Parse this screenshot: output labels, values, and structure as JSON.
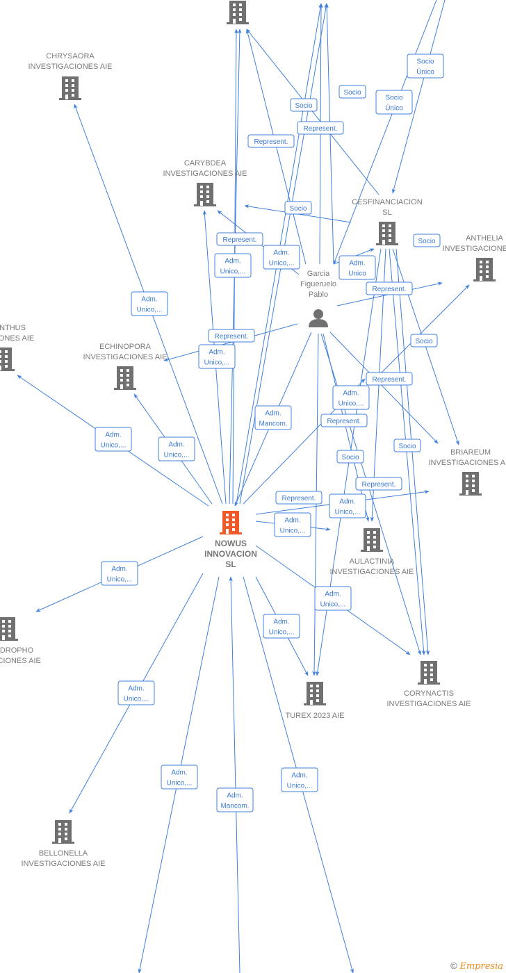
{
  "colors": {
    "edge": "#3f7fdc",
    "node": "#707070",
    "highlight": "#f05a28"
  },
  "nodes": [
    {
      "id": "top",
      "name": "",
      "type": "company"
    },
    {
      "id": "chrysaora",
      "name": "CHRYSAORA\nINVESTIGACIONES AIE",
      "type": "company"
    },
    {
      "id": "carybdea",
      "name": "CARYBDEA\nINVESTIGACIONES AIE",
      "type": "company"
    },
    {
      "id": "cesf",
      "name": "CESFINANCIACION\nSL",
      "type": "company"
    },
    {
      "id": "anthelia",
      "name": "ANTHELIA\nINVESTIGACIONES AIE",
      "type": "company"
    },
    {
      "id": "garcia",
      "name": "Garcia\nFigueruelo\nPablo",
      "type": "person"
    },
    {
      "id": "nthus",
      "name": "NTHUS\nCIONES AIE",
      "type": "company"
    },
    {
      "id": "echinopora",
      "name": "ECHINOPORA\nINVESTIGACIONES AIE",
      "type": "company"
    },
    {
      "id": "briareum",
      "name": "BRIAREUM\nINVESTIGACIONES AIE",
      "type": "company"
    },
    {
      "id": "nowus",
      "name": "NOWUS\nINNOVACION\nSL",
      "type": "company-main"
    },
    {
      "id": "aulactinia",
      "name": "AULACTINIA\nINVESTIGACIONES AIE",
      "type": "company"
    },
    {
      "id": "dropho",
      "name": "DROPHO\nACIONES AIE",
      "type": "company"
    },
    {
      "id": "turex",
      "name": "TUREX 2023 AIE",
      "type": "company"
    },
    {
      "id": "corynactis",
      "name": "CORYNACTIS\nINVESTIGACIONES AIE",
      "type": "company"
    },
    {
      "id": "bellonella",
      "name": "BELLONELLA\nINVESTIGACIONES AIE",
      "type": "company"
    }
  ],
  "edge_labels": [
    "Adm.\nUnico,...",
    "Adm.\nUnico,...",
    "Adm.\nUnico,...",
    "Adm.\nUnico,...",
    "Adm.\nUnico,...",
    "Adm.\nUnico,...",
    "Adm.\nUnico,...",
    "Adm.\nMancom.",
    "Adm.\nUnico,...",
    "Adm.\nUnico,...",
    "Adm.\nUnico,...",
    "Adm.\nUnico,...",
    "Represent.",
    "Adm.\nMancom.",
    "Represent.",
    "Represent.",
    "Represent.",
    "Adm.\nUnico",
    "Represent.",
    "Represent.",
    "Represent.",
    "Socio",
    "Socio",
    "Socio",
    "Socio\nÚnico",
    "Socio\nÚnico",
    "Represent.",
    "Socio",
    "Adm.\nUnico,...",
    "Adm.\nUnico,...",
    "Adm.\nUnico,...",
    "Adm.\nUnico,...",
    "Represent.",
    "Socio",
    "Socio",
    "Socio"
  ],
  "footer": {
    "copyright": "©",
    "brand": "Empresia"
  }
}
